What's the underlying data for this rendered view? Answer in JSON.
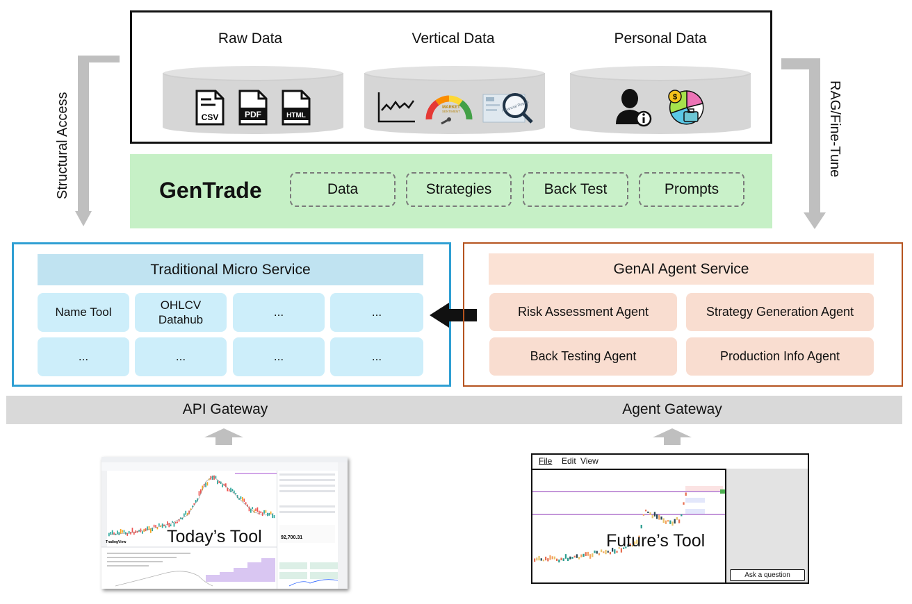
{
  "stores": [
    {
      "title": "Raw Data",
      "icons": [
        "csv-file-icon",
        "pdf-file-icon",
        "html-file-icon"
      ],
      "icon_texts": [
        "CSV",
        "PDF",
        "HTML"
      ]
    },
    {
      "title": "Vertical Data",
      "icons": [
        "line-chart-icon",
        "market-sentiment-gauge-icon",
        "financial-report-icon"
      ],
      "gauge_texts": [
        "MARKET",
        "SENTIMENT"
      ],
      "report_text": "Financial Report"
    },
    {
      "title": "Personal Data",
      "icons": [
        "user-info-icon",
        "portfolio-pie-icon"
      ]
    }
  ],
  "side_labels": {
    "left": "Structural Access",
    "right": "RAG/Fine-Tune"
  },
  "gentrade": {
    "title": "GenTrade",
    "items": [
      "Data",
      "Strategies",
      "Back Test",
      "Prompts"
    ]
  },
  "traditional": {
    "title": "Traditional Micro Service",
    "tiles": [
      "Name Tool",
      "OHLCV\nDatahub",
      "...",
      "...",
      "...",
      "...",
      "...",
      "..."
    ]
  },
  "genai": {
    "title": "GenAI Agent Service",
    "agents": [
      "Risk Assessment Agent",
      "Strategy Generation Agent",
      "Back Testing Agent",
      "Production Info Agent"
    ]
  },
  "gateways": {
    "api": "API Gateway",
    "agent": "Agent Gateway"
  },
  "tools": {
    "today": {
      "label": "Today’s Tool",
      "brand": "TradingView",
      "price": "92,700.31"
    },
    "future": {
      "label": "Future’s Tool",
      "menu": [
        "File",
        "Edit",
        "View"
      ],
      "ask_button": "Ask a question"
    }
  },
  "colors": {
    "gentrade_bg": "#c6f0c6",
    "traditional_border": "#2f9fd3",
    "traditional_header": "#c0e3f1",
    "traditional_tile": "#cdeefa",
    "genai_border": "#b5531f",
    "genai_header": "#fbe2d5",
    "genai_tile": "#f9ddd0",
    "gateway_bg": "#d9d9d9",
    "arrow_gray": "#bfbfbf"
  }
}
